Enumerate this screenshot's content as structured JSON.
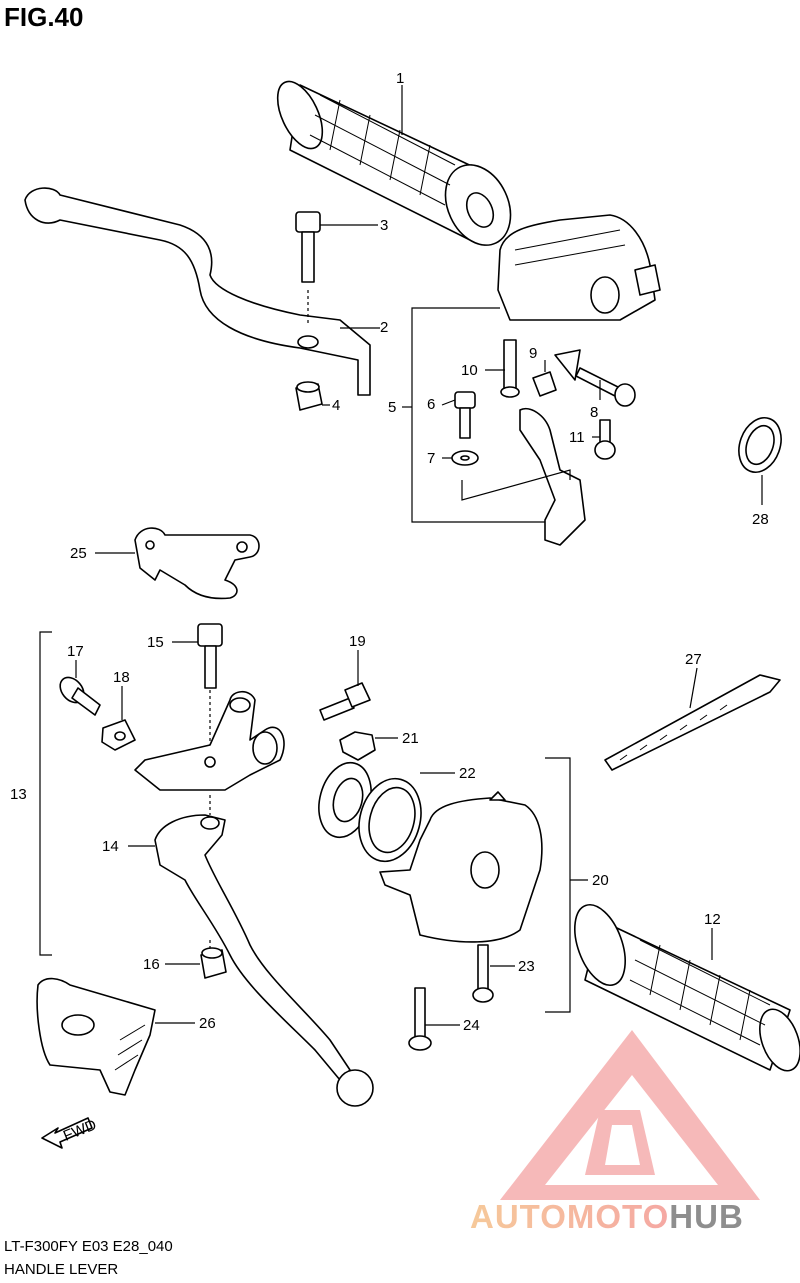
{
  "figure": {
    "title": "FIG.40",
    "code": "LT-F300FY E03 E28_040",
    "name": "HANDLE LEVER",
    "fwd": "FWD"
  },
  "callouts": [
    "1",
    "2",
    "3",
    "4",
    "5",
    "6",
    "7",
    "8",
    "9",
    "10",
    "11",
    "12",
    "13",
    "14",
    "15",
    "16",
    "17",
    "18",
    "19",
    "20",
    "21",
    "22",
    "23",
    "24",
    "25",
    "26",
    "27",
    "28"
  ],
  "watermark": {
    "part1": "AUTOMOTO",
    "part2": "HUB",
    "color1": "#f5a8a3",
    "color2": "#f6c99a",
    "color3": "#8e8e8e"
  }
}
